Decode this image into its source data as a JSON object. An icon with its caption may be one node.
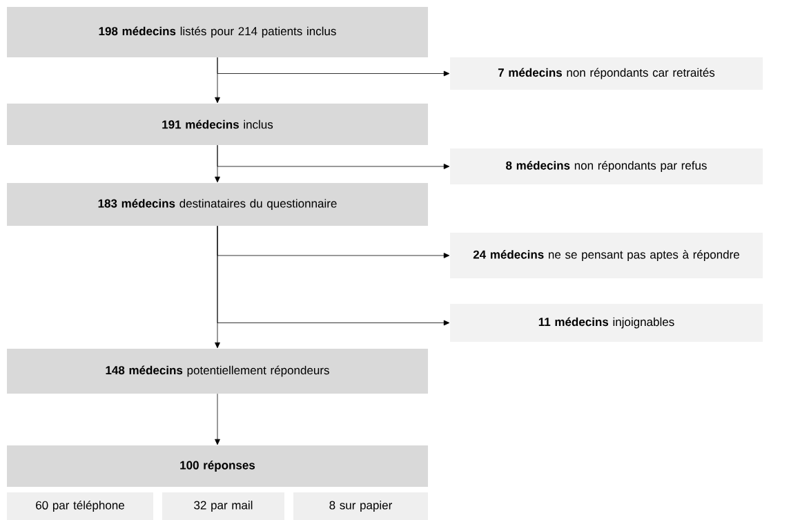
{
  "diagram": {
    "nodes": [
      {
        "text": [
          "**198 médecins** listés pour 214 patients inclus"
        ]
      },
      {
        "text": [
          "**7 médecins** non répondants car retraités"
        ]
      },
      {
        "text": [
          "**191 médecins** inclus"
        ]
      },
      {
        "text": [
          "**8 médecins** non répondants par refus"
        ]
      },
      {
        "text": [
          "**183 médecins** destinataires du questionnaire"
        ]
      },
      {
        "text": [
          "**24 médecins** ne se pensant pas aptes à répondre"
        ]
      },
      {
        "text": [
          "**11 médecins** injoignables"
        ]
      },
      {
        "text": [
          "**148 médecins** potentiellement répondeurs"
        ]
      },
      {
        "text": [
          "100 réponses"
        ]
      },
      {
        "text": [
          "60 par téléphone"
        ]
      },
      {
        "text": [
          "32 par mail"
        ]
      },
      {
        "text": [
          "8 sur papier"
        ]
      }
    ],
    "edges": [
      {
        "from": 0,
        "to": 2,
        "arrow": "to"
      },
      {
        "from": 0,
        "to": 1,
        "arrow": "to"
      },
      {
        "from": 2,
        "to": 4,
        "arrow": "to"
      },
      {
        "from": 2,
        "to": 3,
        "arrow": "to"
      },
      {
        "from": 4,
        "to": 7,
        "arrow": "to"
      },
      {
        "from": 4,
        "to": 5,
        "arrow": "to"
      },
      {
        "from": 4,
        "to": 6,
        "arrow": "to"
      },
      {
        "from": 7,
        "to": 8,
        "arrow": "to"
      }
    ]
  }
}
